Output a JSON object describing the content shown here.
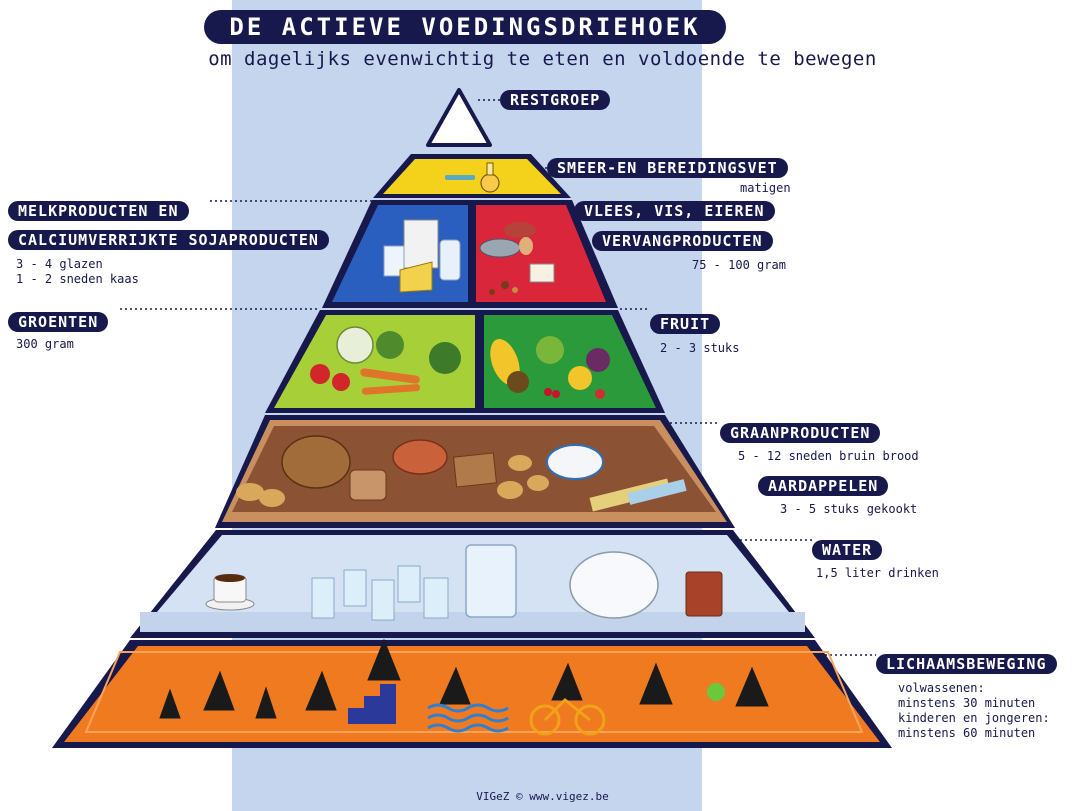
{
  "header": {
    "title": "DE ACTIEVE VOEDINGSDRIEHOEK",
    "subtitle": "om dagelijks evenwichtig te eten en voldoende te bewegen"
  },
  "groups": {
    "restgroep": {
      "label": "RESTGROEP"
    },
    "smeer": {
      "label": "SMEER-EN BEREIDINGSVET",
      "note": "matigen"
    },
    "melk": {
      "label_line1": "MELKPRODUCTEN EN",
      "label_line2": "CALCIUMVERRIJKTE SOJAPRODUCTEN",
      "note_line1": "3 - 4 glazen",
      "note_line2": "1 - 2 sneden kaas"
    },
    "vlees": {
      "label_line1": "VLEES, VIS, EIEREN",
      "label_line2": "VERVANGPRODUCTEN",
      "note": "75 - 100 gram"
    },
    "groenten": {
      "label": "GROENTEN",
      "note": "300 gram"
    },
    "fruit": {
      "label": "FRUIT",
      "note": "2 - 3 stuks"
    },
    "graan": {
      "label": "GRAANPRODUCTEN",
      "note": "5 - 12 sneden bruin brood"
    },
    "aardappelen": {
      "label": "AARDAPPELEN",
      "note": "3 - 5 stuks gekookt"
    },
    "water": {
      "label": "WATER",
      "note": "1,5 liter drinken"
    },
    "beweging": {
      "label": "LICHAAMSBEWEGING",
      "note_line1": "volwassenen:",
      "note_line2": "minstens 30 minuten",
      "note_line3": "kinderen en jongeren:",
      "note_line4": "minstens 60 minuten"
    }
  },
  "footer": {
    "credit": "VIGeZ © www.vigez.be"
  },
  "colors": {
    "navy": "#17184c",
    "background_band": "#c5d5ee",
    "restgroep": "#ffffff",
    "smeer": "#f4d21c",
    "melk": "#2a5fbf",
    "vlees": "#d9263a",
    "groenten": "#a6cf38",
    "fruit": "#2b9a3b",
    "graan": "#8b5233",
    "water": "#d5e2f4",
    "beweging": "#ef7a1f"
  }
}
